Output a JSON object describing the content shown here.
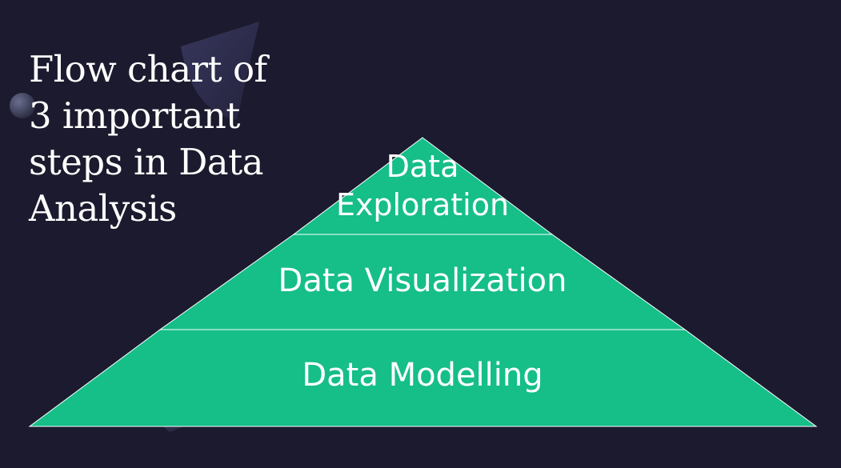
{
  "title": "Flow chart of 3 important steps in Data Analysis",
  "pyramid": {
    "fill_color": "#16be88",
    "outline_color": "#ffffff",
    "tiers": [
      {
        "label": "Data Exploration"
      },
      {
        "label": "Data Visualization"
      },
      {
        "label": "Data Modelling"
      }
    ]
  },
  "colors": {
    "background": "#1c1a2e"
  }
}
